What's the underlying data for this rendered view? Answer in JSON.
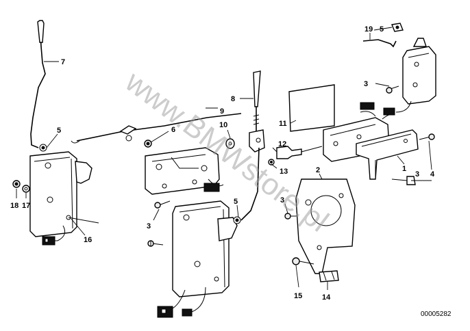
{
  "diagram": {
    "part_numbers": [
      "1",
      "2",
      "3",
      "3",
      "3",
      "3",
      "4",
      "5",
      "5",
      "5",
      "6",
      "7",
      "8",
      "9",
      "10",
      "11",
      "12",
      "13",
      "14",
      "15",
      "16",
      "17",
      "18",
      "19"
    ],
    "watermark": "www.BMWstore.pl",
    "reference_code": "00005282"
  }
}
